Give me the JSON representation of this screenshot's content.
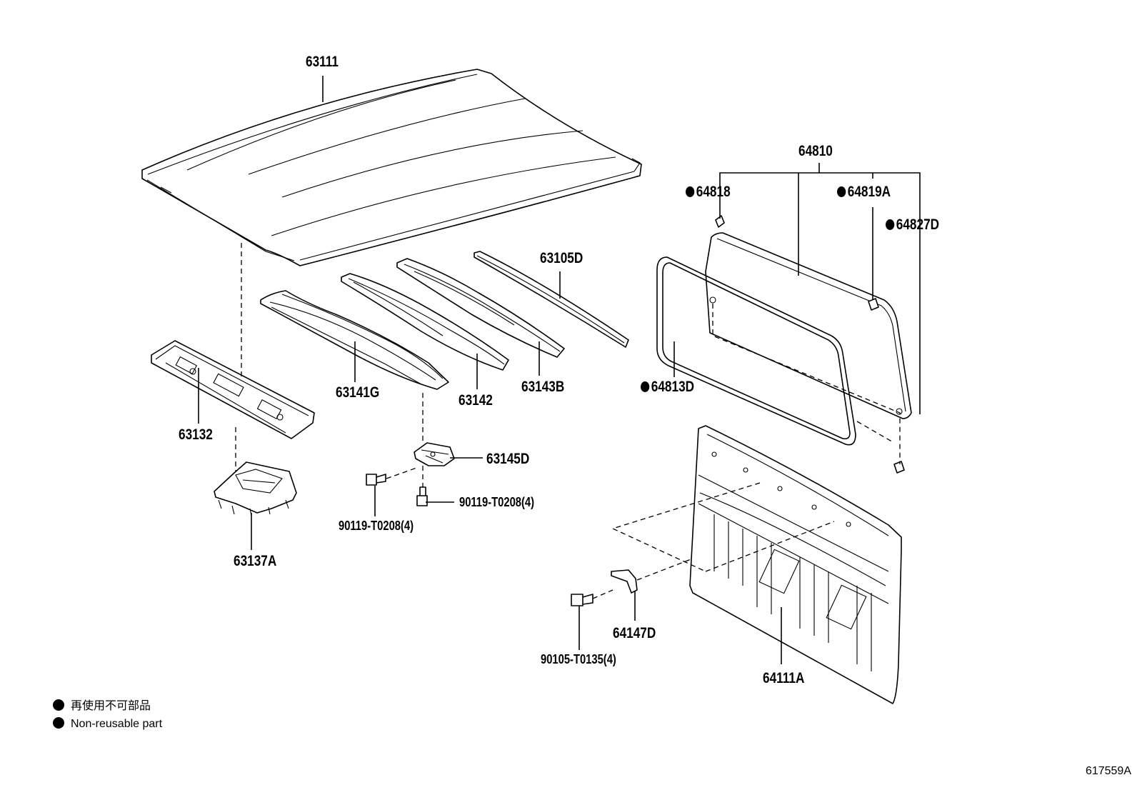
{
  "labels": {
    "roof_panel": "63111",
    "frame_front": "63132",
    "bracket": "63137A",
    "bow_1": "63141G",
    "bow_2": "63142",
    "bow_3": "63143B",
    "rail_rear": "63105D",
    "retainer": "63145D",
    "bolt_a": "90119-T0208(4)",
    "bolt_b": "90119-T0208(4)",
    "glass_assy": "64810",
    "clip_a": "64818",
    "clip_b": "64819A",
    "clip_c": "64827D",
    "weatherstrip": "64813D",
    "back_panel": "64111A",
    "back_bracket": "64147D",
    "bolt_c": "90105-T0135(4)"
  },
  "legend": {
    "jp": "再使用不可部品",
    "en": "Non-reusable part"
  },
  "drawing_code": "617559A",
  "icons": {
    "non_reusable_marker": "filled-circle-icon"
  }
}
